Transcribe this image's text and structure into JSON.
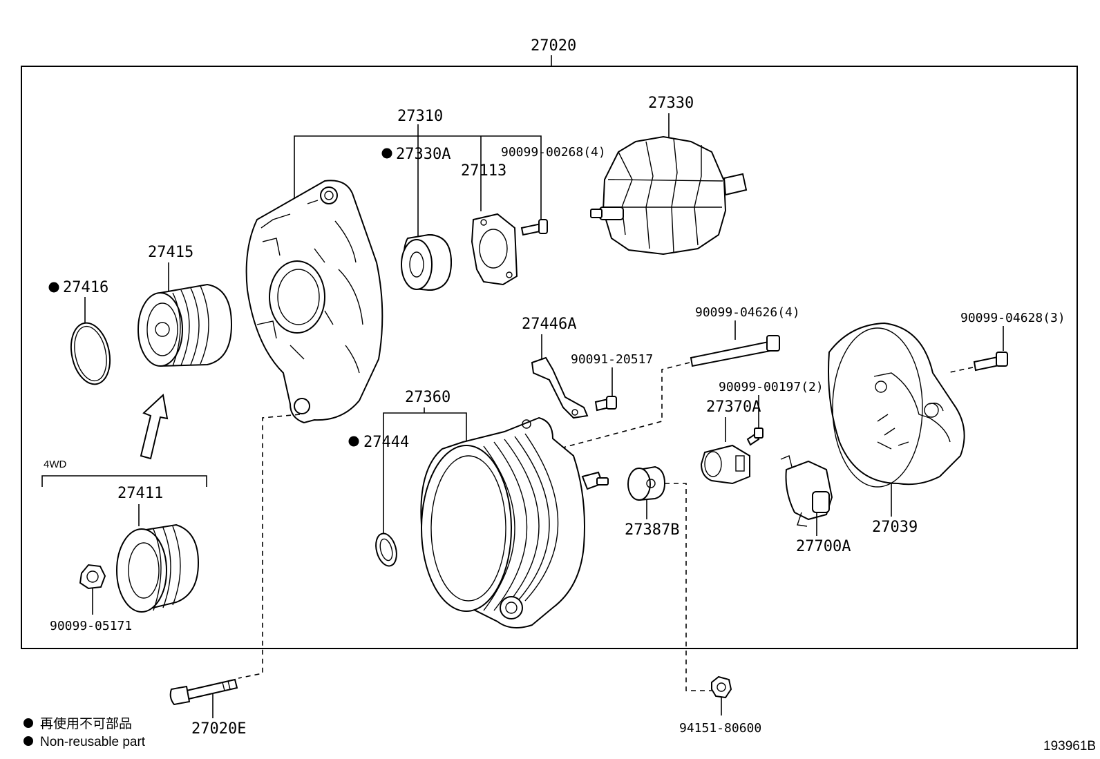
{
  "labels": {
    "assembly": "27020",
    "housing": "27310",
    "bearing": "27330A",
    "retainer": "27113",
    "screw_00268": "90099-00268(4)",
    "rotor": "27330",
    "pulley": "27415",
    "cap": "27416",
    "bracket": "27446A",
    "bolt_20517": "90091-20517",
    "bolt_04626": "90099-04626(4)",
    "bolt_04628": "90099-04628(3)",
    "stator": "27360",
    "ring": "27444",
    "screw_00197": "90099-00197(2)",
    "brush_holder": "27370A",
    "insulator": "27387B",
    "regulator": "27700A",
    "rear_cover": "27039",
    "variant": "4WD",
    "pulley_4wd": "27411",
    "nut": "90099-05171",
    "through_bolt": "27020E",
    "nut_80600": "94151-80600"
  },
  "legend": {
    "line_jp": "再使用不可部品",
    "line_en": "Non-reusable part"
  },
  "diagram_id": "193961B"
}
